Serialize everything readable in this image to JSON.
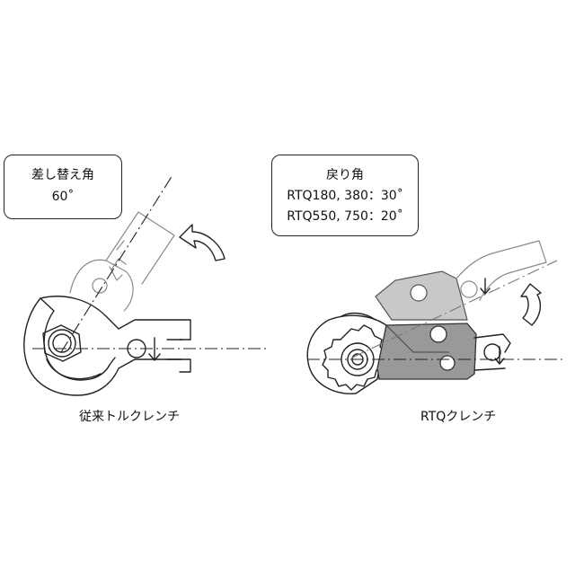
{
  "left_box": {
    "line1": "差し替え角",
    "line2": "60˚"
  },
  "right_box": {
    "line1": "戻り角",
    "line2": "RTQ180, 380：30˚",
    "line3": "RTQ550, 750：20˚"
  },
  "captions": {
    "left": "従来トルクレンチ",
    "right": "RTQクレンチ"
  },
  "icons": [
    "curved-arrow-icon",
    "down-arrow-icon",
    "hex-nut-icon",
    "ratchet-gear-icon"
  ],
  "colors": {
    "line": "#222222",
    "ghost_line": "#8a8a8a",
    "pawl_fill_front": "#999999",
    "pawl_fill_back": "#c8c8c8"
  }
}
